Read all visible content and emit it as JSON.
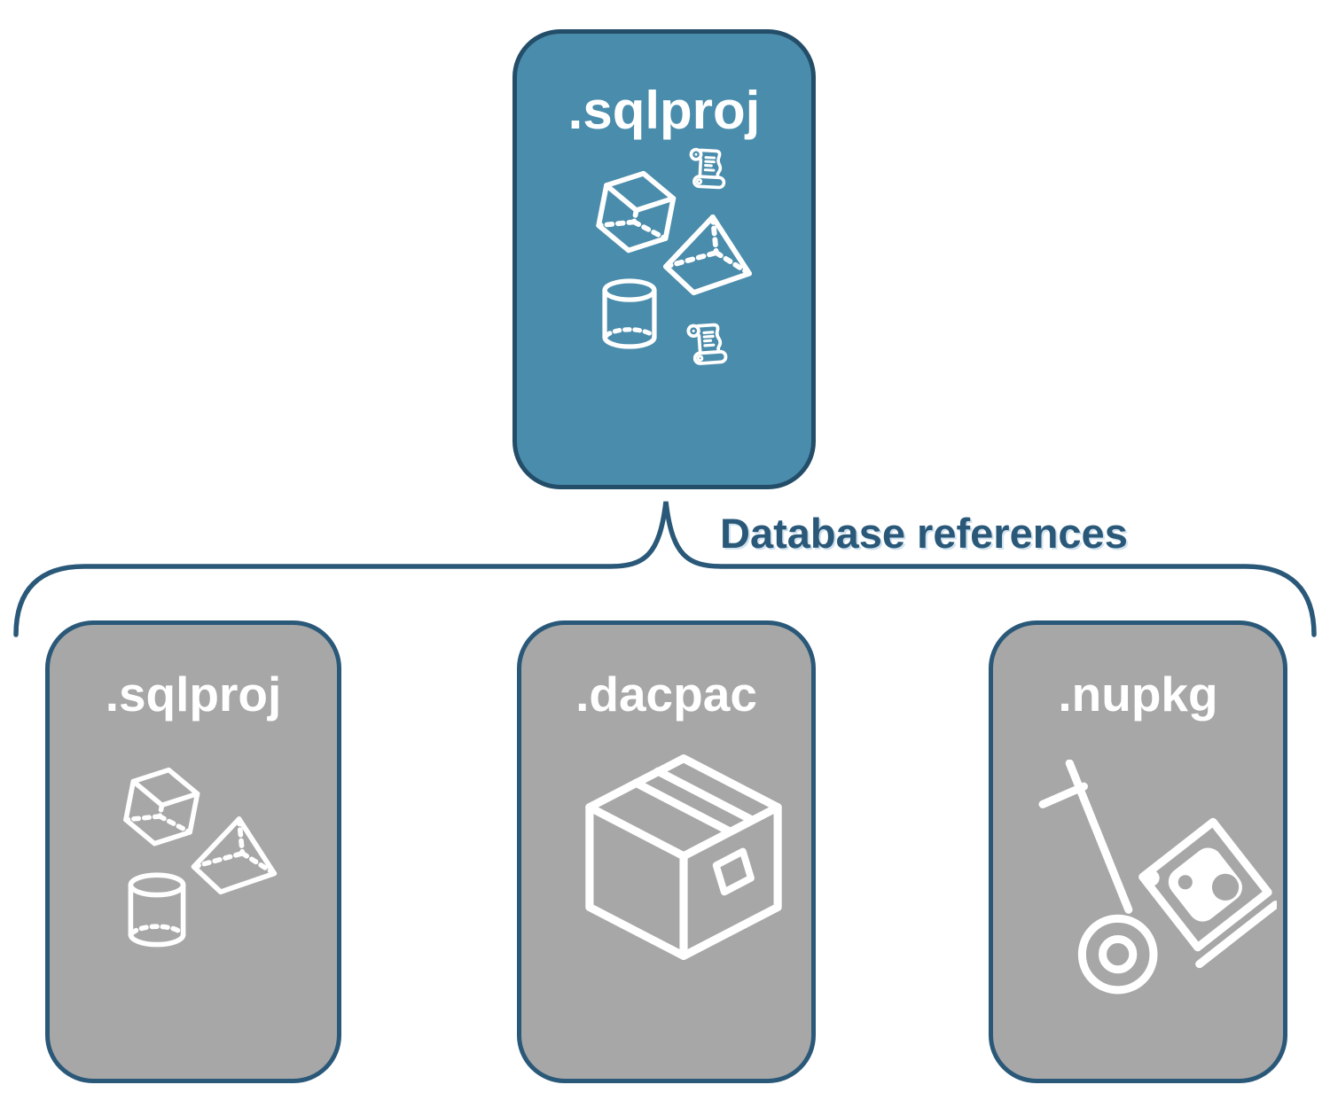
{
  "diagram": {
    "main_node": {
      "label": ".sqlproj",
      "fill": "#4a8cab",
      "border": "#234d68",
      "text_color": "#ffffff",
      "icons": [
        "scroll-icon",
        "cube-icon",
        "pyramid-icon",
        "cylinder-icon",
        "scroll-icon"
      ]
    },
    "edge_label": "Database references",
    "edge_color": "#2a5878",
    "child_nodes": [
      {
        "label": ".sqlproj",
        "fill": "#a7a7a7",
        "border": "#2a5878",
        "text_color": "#ffffff",
        "icons": [
          "cube-icon",
          "pyramid-icon",
          "cylinder-icon"
        ]
      },
      {
        "label": ".dacpac",
        "fill": "#a7a7a7",
        "border": "#2a5878",
        "text_color": "#ffffff",
        "icons": [
          "package-box-icon"
        ]
      },
      {
        "label": ".nupkg",
        "fill": "#a7a7a7",
        "border": "#2a5878",
        "text_color": "#ffffff",
        "icons": [
          "nuget-hand-truck-icon"
        ]
      }
    ],
    "icon_color": "#ffffff",
    "background": "#ffffff"
  }
}
